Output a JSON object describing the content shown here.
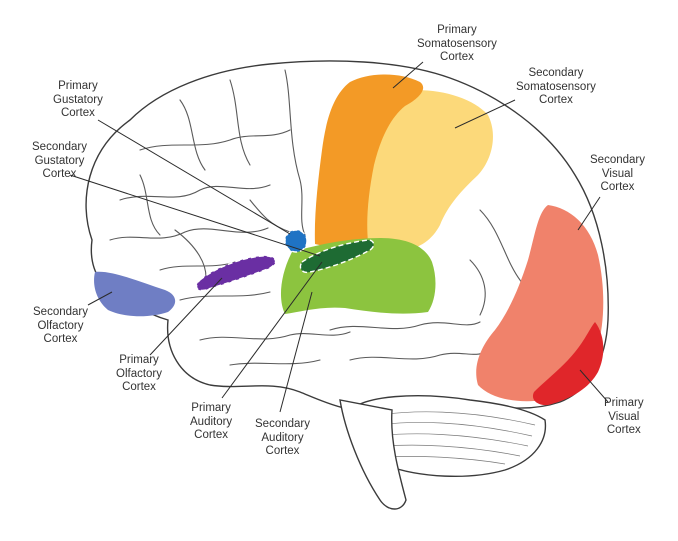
{
  "regions": [
    {
      "id": "primary-somatosensory",
      "label": [
        "Primary",
        "Somatosensory",
        "Cortex"
      ],
      "color": "#f39a26"
    },
    {
      "id": "secondary-somatosensory",
      "label": [
        "Secondary",
        "Somatosensory",
        "Cortex"
      ],
      "color": "#fcd97a"
    },
    {
      "id": "primary-gustatory",
      "label": [
        "Primary",
        "Gustatory",
        "Cortex"
      ],
      "color": "#1f73c4"
    },
    {
      "id": "secondary-gustatory",
      "label": [
        "Secondary",
        "Gustatory",
        "Cortex"
      ],
      "color": "#2f7f3e"
    },
    {
      "id": "secondary-visual",
      "label": [
        "Secondary",
        "Visual",
        "Cortex"
      ],
      "color": "#f0826b"
    },
    {
      "id": "primary-visual",
      "label": [
        "Primary",
        "Visual",
        "Cortex"
      ],
      "color": "#e0262a"
    },
    {
      "id": "secondary-olfactory",
      "label": [
        "Secondary",
        "Olfactory",
        "Cortex"
      ],
      "color": "#6f7ec4"
    },
    {
      "id": "primary-olfactory",
      "label": [
        "Primary",
        "Olfactory",
        "Cortex"
      ],
      "color": "#6a2fa3"
    },
    {
      "id": "primary-auditory",
      "label": [
        "Primary",
        "Auditory",
        "Cortex"
      ],
      "color": "#1e6b33"
    },
    {
      "id": "secondary-auditory",
      "label": [
        "Secondary",
        "Auditory",
        "Cortex"
      ],
      "color": "#8cc43f"
    }
  ]
}
